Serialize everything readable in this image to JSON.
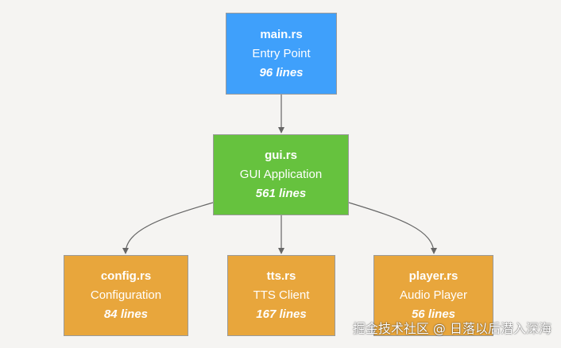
{
  "diagram": {
    "nodes": [
      {
        "id": "main",
        "file": "main.rs",
        "role": "Entry Point",
        "lines": "96 lines",
        "color": "#3fa0fb"
      },
      {
        "id": "gui",
        "file": "gui.rs",
        "role": "GUI Application",
        "lines": "561 lines",
        "color": "#66c23e"
      },
      {
        "id": "config",
        "file": "config.rs",
        "role": "Configuration",
        "lines": "84 lines",
        "color": "#e8a63c"
      },
      {
        "id": "tts",
        "file": "tts.rs",
        "role": "TTS Client",
        "lines": "167 lines",
        "color": "#e8a63c"
      },
      {
        "id": "player",
        "file": "player.rs",
        "role": "Audio Player",
        "lines": "56 lines",
        "color": "#e8a63c"
      }
    ],
    "edges": [
      {
        "from": "main",
        "to": "gui"
      },
      {
        "from": "gui",
        "to": "config"
      },
      {
        "from": "gui",
        "to": "tts"
      },
      {
        "from": "gui",
        "to": "player"
      }
    ]
  },
  "watermark": "掘金技术社区 @ 日落以后潜入深海",
  "colors": {
    "background": "#f5f4f2",
    "edge": "#666666"
  }
}
